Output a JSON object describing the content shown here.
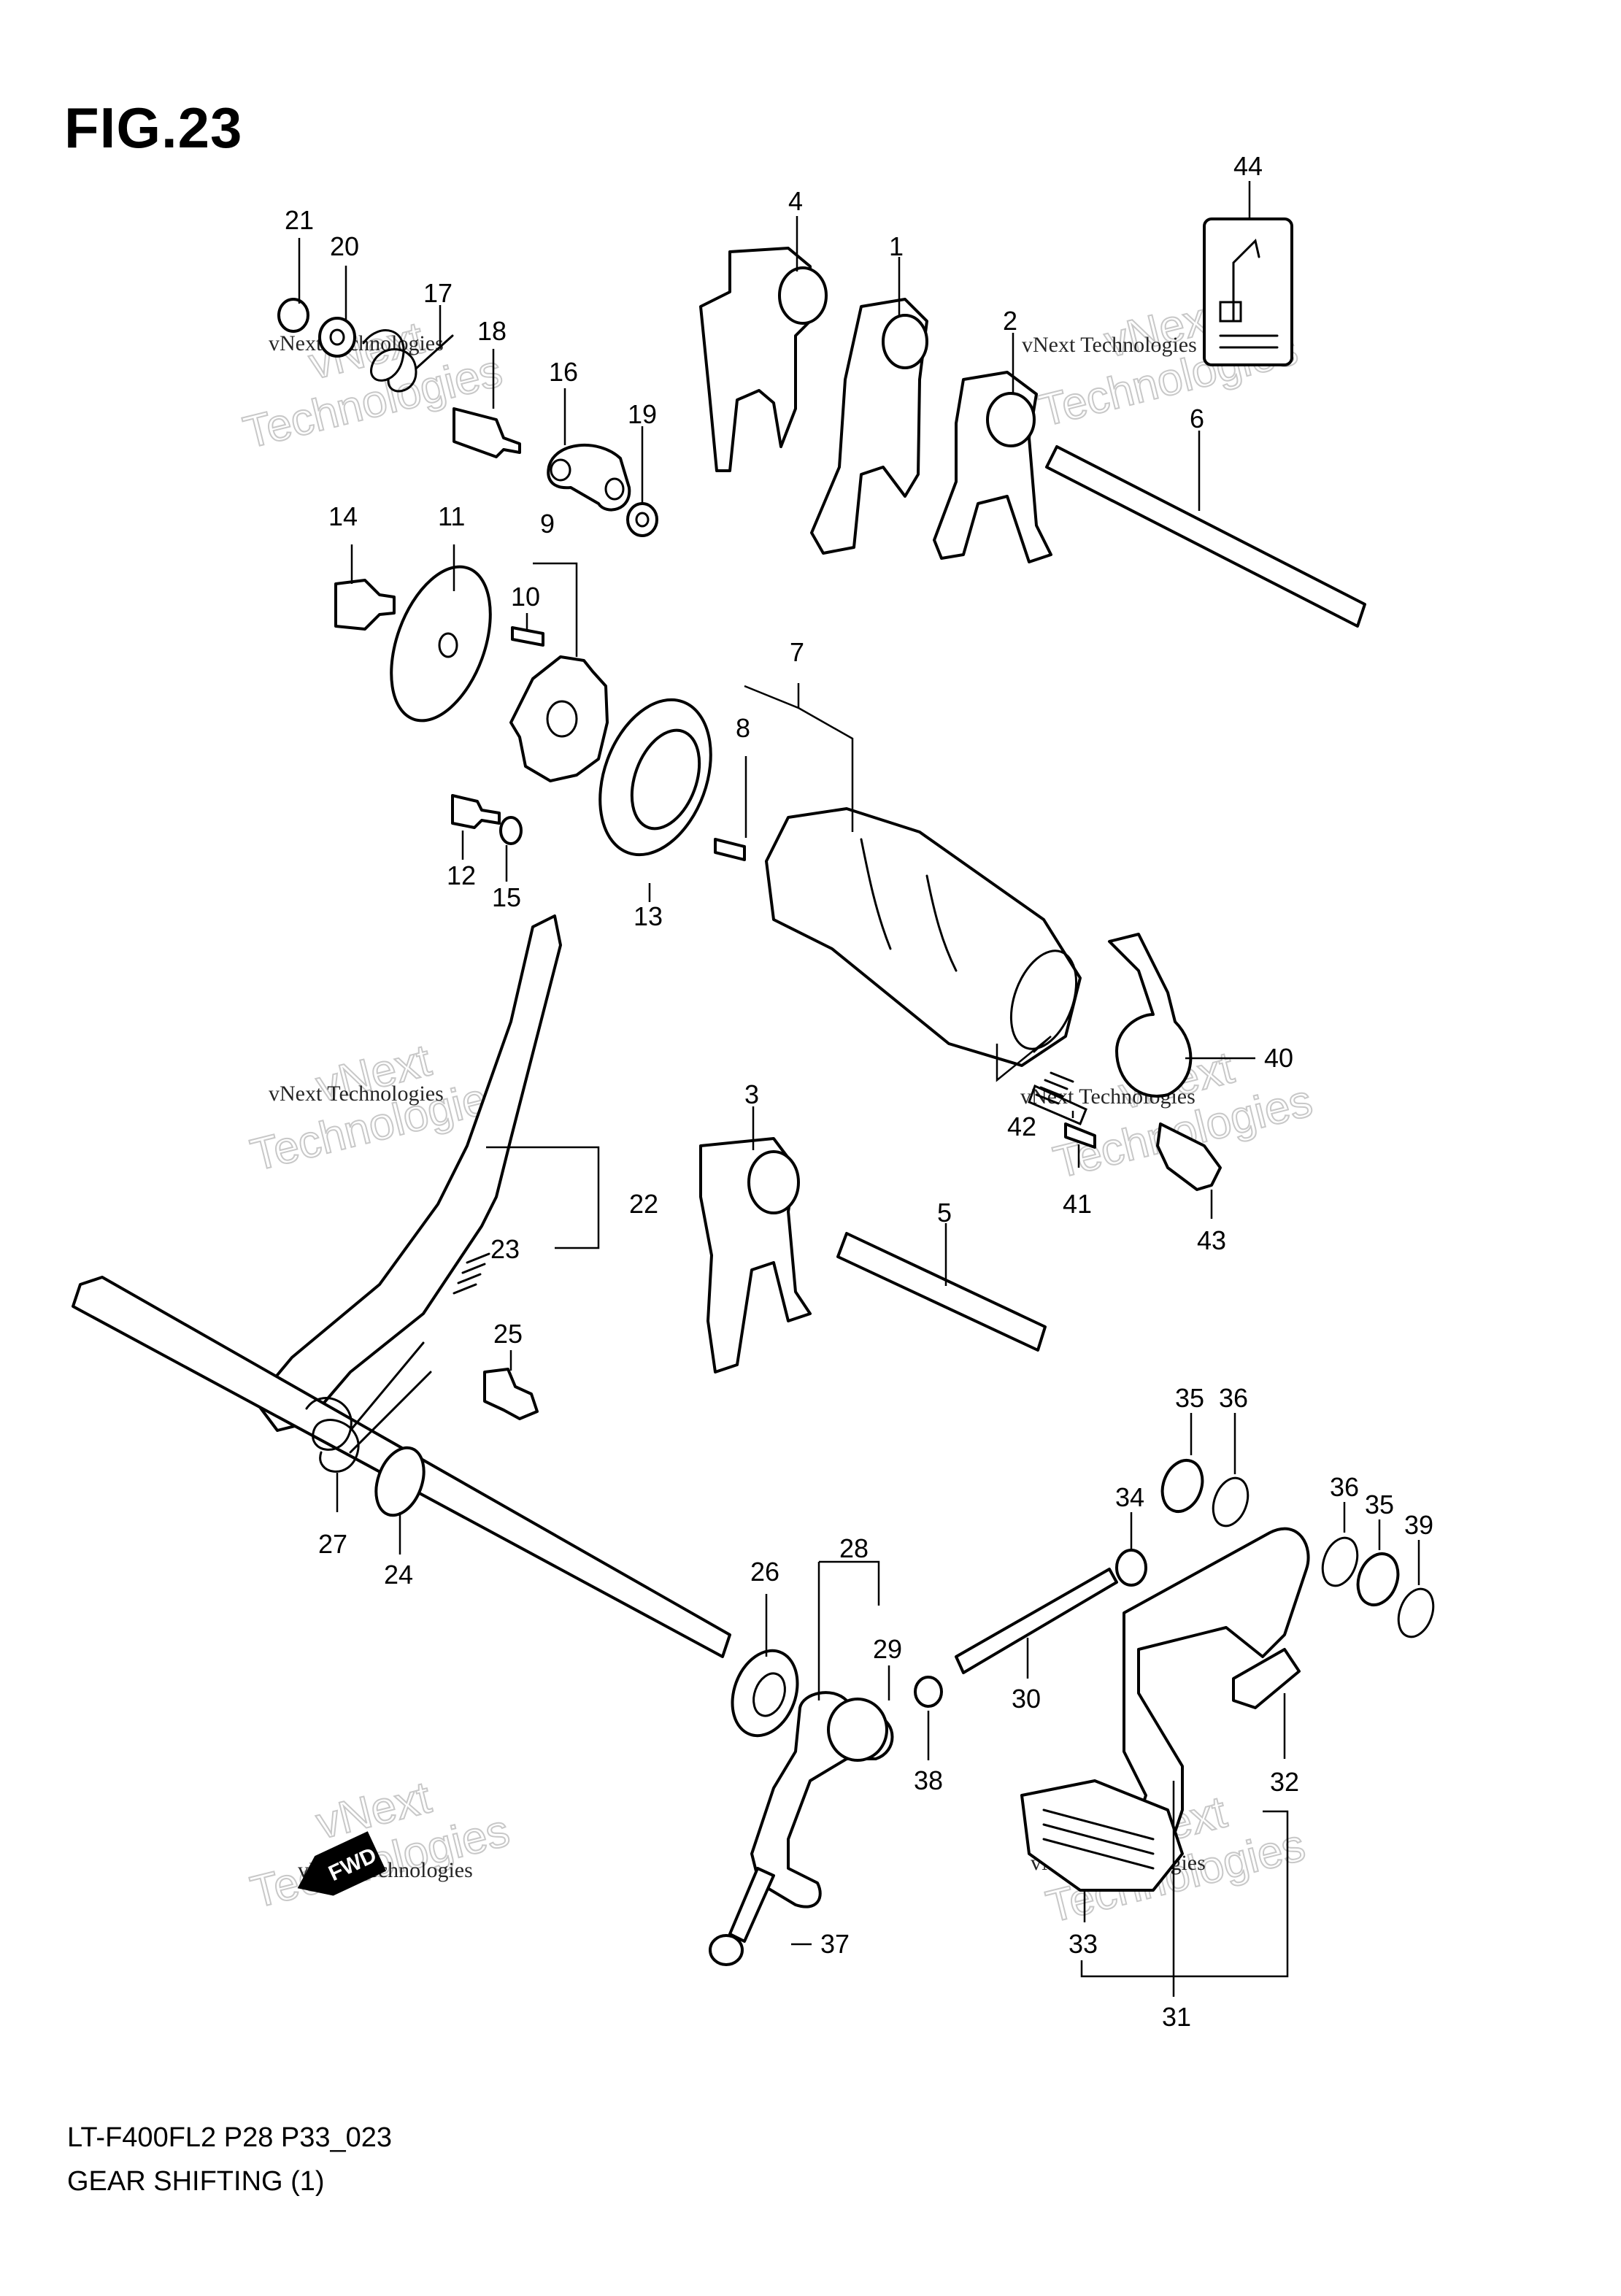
{
  "figure": {
    "title": "FIG.23"
  },
  "footer": {
    "code": "LT-F400FL2 P28 P33_023",
    "name": "GEAR SHIFTING (1)"
  },
  "watermark": {
    "small": "vNext Technologies",
    "big_top": "vNext",
    "big_bottom": "Technologies"
  },
  "fwd_badge": "FWD",
  "callouts": [
    "1",
    "2",
    "3",
    "4",
    "5",
    "6",
    "7",
    "8",
    "9",
    "10",
    "11",
    "12",
    "13",
    "14",
    "15",
    "16",
    "17",
    "18",
    "19",
    "20",
    "21",
    "22",
    "23",
    "24",
    "25",
    "26",
    "27",
    "28",
    "29",
    "30",
    "31",
    "32",
    "33",
    "34",
    "35",
    "35",
    "36",
    "36",
    "37",
    "38",
    "39",
    "40",
    "41",
    "42",
    "43",
    "44"
  ]
}
